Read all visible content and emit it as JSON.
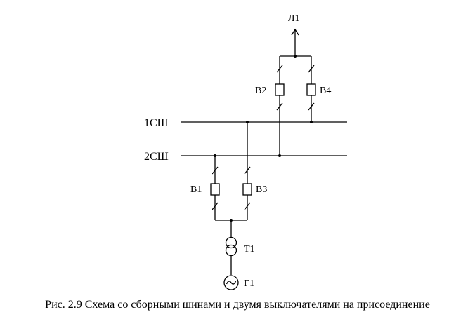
{
  "diagram": {
    "line_label": "Л1",
    "bus1_label": "1СШ",
    "bus2_label": "2СШ",
    "breakers": {
      "b1": "В1",
      "b2": "В2",
      "b3": "В3",
      "b4": "В4"
    },
    "transformer_label": "Т1",
    "generator_label": "Г1",
    "generator_symbol": "~"
  },
  "caption": "Рис. 2.9 Схема со сборными шинами и двумя выключателями на присоединение"
}
